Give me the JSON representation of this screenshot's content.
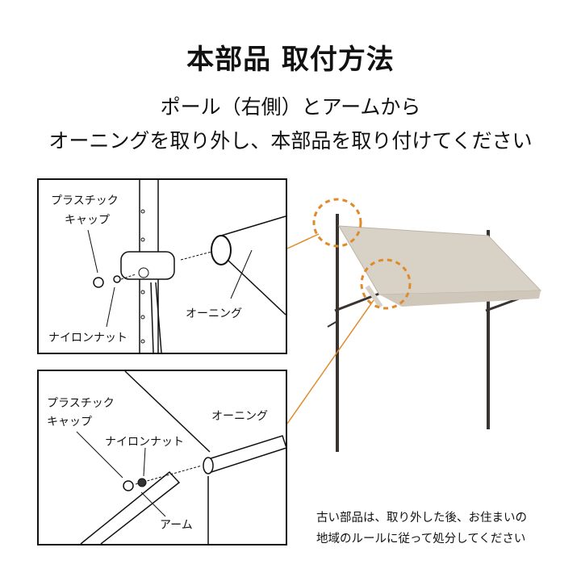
{
  "title": "本部品 取付方法",
  "subtitle": [
    "ポール（右側）とアームから",
    "オーニングを取り外し、本部品を取り付けてください"
  ],
  "detail_top": {
    "labels": {
      "cap": [
        "プラスチック",
        "キャップ"
      ],
      "nut": "ナイロンナット",
      "awning": "オーニング"
    }
  },
  "detail_bottom": {
    "labels": {
      "cap": [
        "プラスチック",
        "キャップ"
      ],
      "nut": "ナイロンナット",
      "awning": "オーニング",
      "arm": "アーム"
    }
  },
  "note": [
    "古い部品は、取り外した後、お住まいの",
    "地域のルールに従って処分してください"
  ],
  "colors": {
    "callout": "#e08a2a",
    "canvas": "#d8d1c6",
    "frame": "#3a3431"
  }
}
